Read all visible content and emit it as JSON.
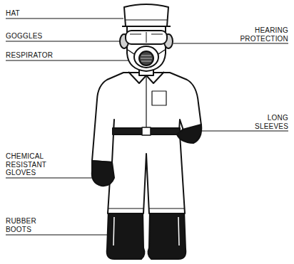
{
  "diagram": {
    "labels": [
      "HAT",
      "GOGGLES",
      "RESPIRATOR",
      "HEARING PROTECTION",
      "LONG SLEEVES",
      "CHEMICAL RESISTANT GLOVES",
      "RUBBER BOOTS"
    ]
  }
}
